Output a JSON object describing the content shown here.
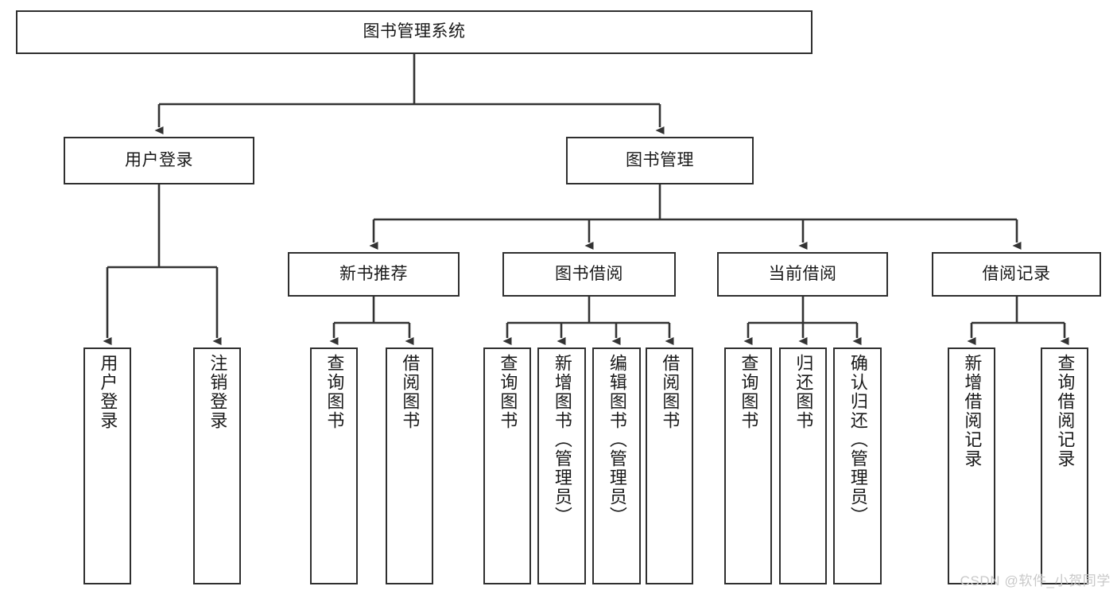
{
  "diagram": {
    "type": "tree",
    "title": "图书管理系统",
    "watermark": "CSDN @软件_小贺同学",
    "colors": {
      "box_border": "#2f2f2f",
      "box_fill": "#ffffff",
      "edge": "#333333",
      "text": "#1a1a1a",
      "watermark": "#c9c9c9",
      "background": "#ffffff"
    },
    "nodes": {
      "root": {
        "label": "图书管理系统"
      },
      "level2": [
        {
          "id": "user-login",
          "label": "用户登录"
        },
        {
          "id": "book-manage",
          "label": "图书管理"
        }
      ],
      "level3": [
        {
          "id": "new-book-recommend",
          "label": "新书推荐"
        },
        {
          "id": "book-borrow",
          "label": "图书借阅"
        },
        {
          "id": "current-borrow",
          "label": "当前借阅"
        },
        {
          "id": "borrow-record",
          "label": "借阅记录"
        }
      ],
      "leaves": {
        "user-login": [
          {
            "id": "leaf-user-login",
            "label": "用户登录"
          },
          {
            "id": "leaf-logout-login",
            "label": "注销登录"
          }
        ],
        "new-book-recommend": [
          {
            "id": "leaf-query-book-1",
            "label": "查询图书"
          },
          {
            "id": "leaf-borrow-book-1",
            "label": "借阅图书"
          }
        ],
        "book-borrow": [
          {
            "id": "leaf-query-book-2",
            "label": "查询图书"
          },
          {
            "id": "leaf-add-book",
            "label": "新增图书（管理员）"
          },
          {
            "id": "leaf-edit-book",
            "label": "编辑图书（管理员）"
          },
          {
            "id": "leaf-borrow-book-2",
            "label": "借阅图书"
          }
        ],
        "current-borrow": [
          {
            "id": "leaf-query-book-3",
            "label": "查询图书"
          },
          {
            "id": "leaf-return-book",
            "label": "归还图书"
          },
          {
            "id": "leaf-confirm-return",
            "label": "确认归还（管理员）"
          }
        ],
        "borrow-record": [
          {
            "id": "leaf-add-record",
            "label": "新增借阅记录"
          },
          {
            "id": "leaf-query-record",
            "label": "查询借阅记录"
          }
        ]
      }
    }
  }
}
